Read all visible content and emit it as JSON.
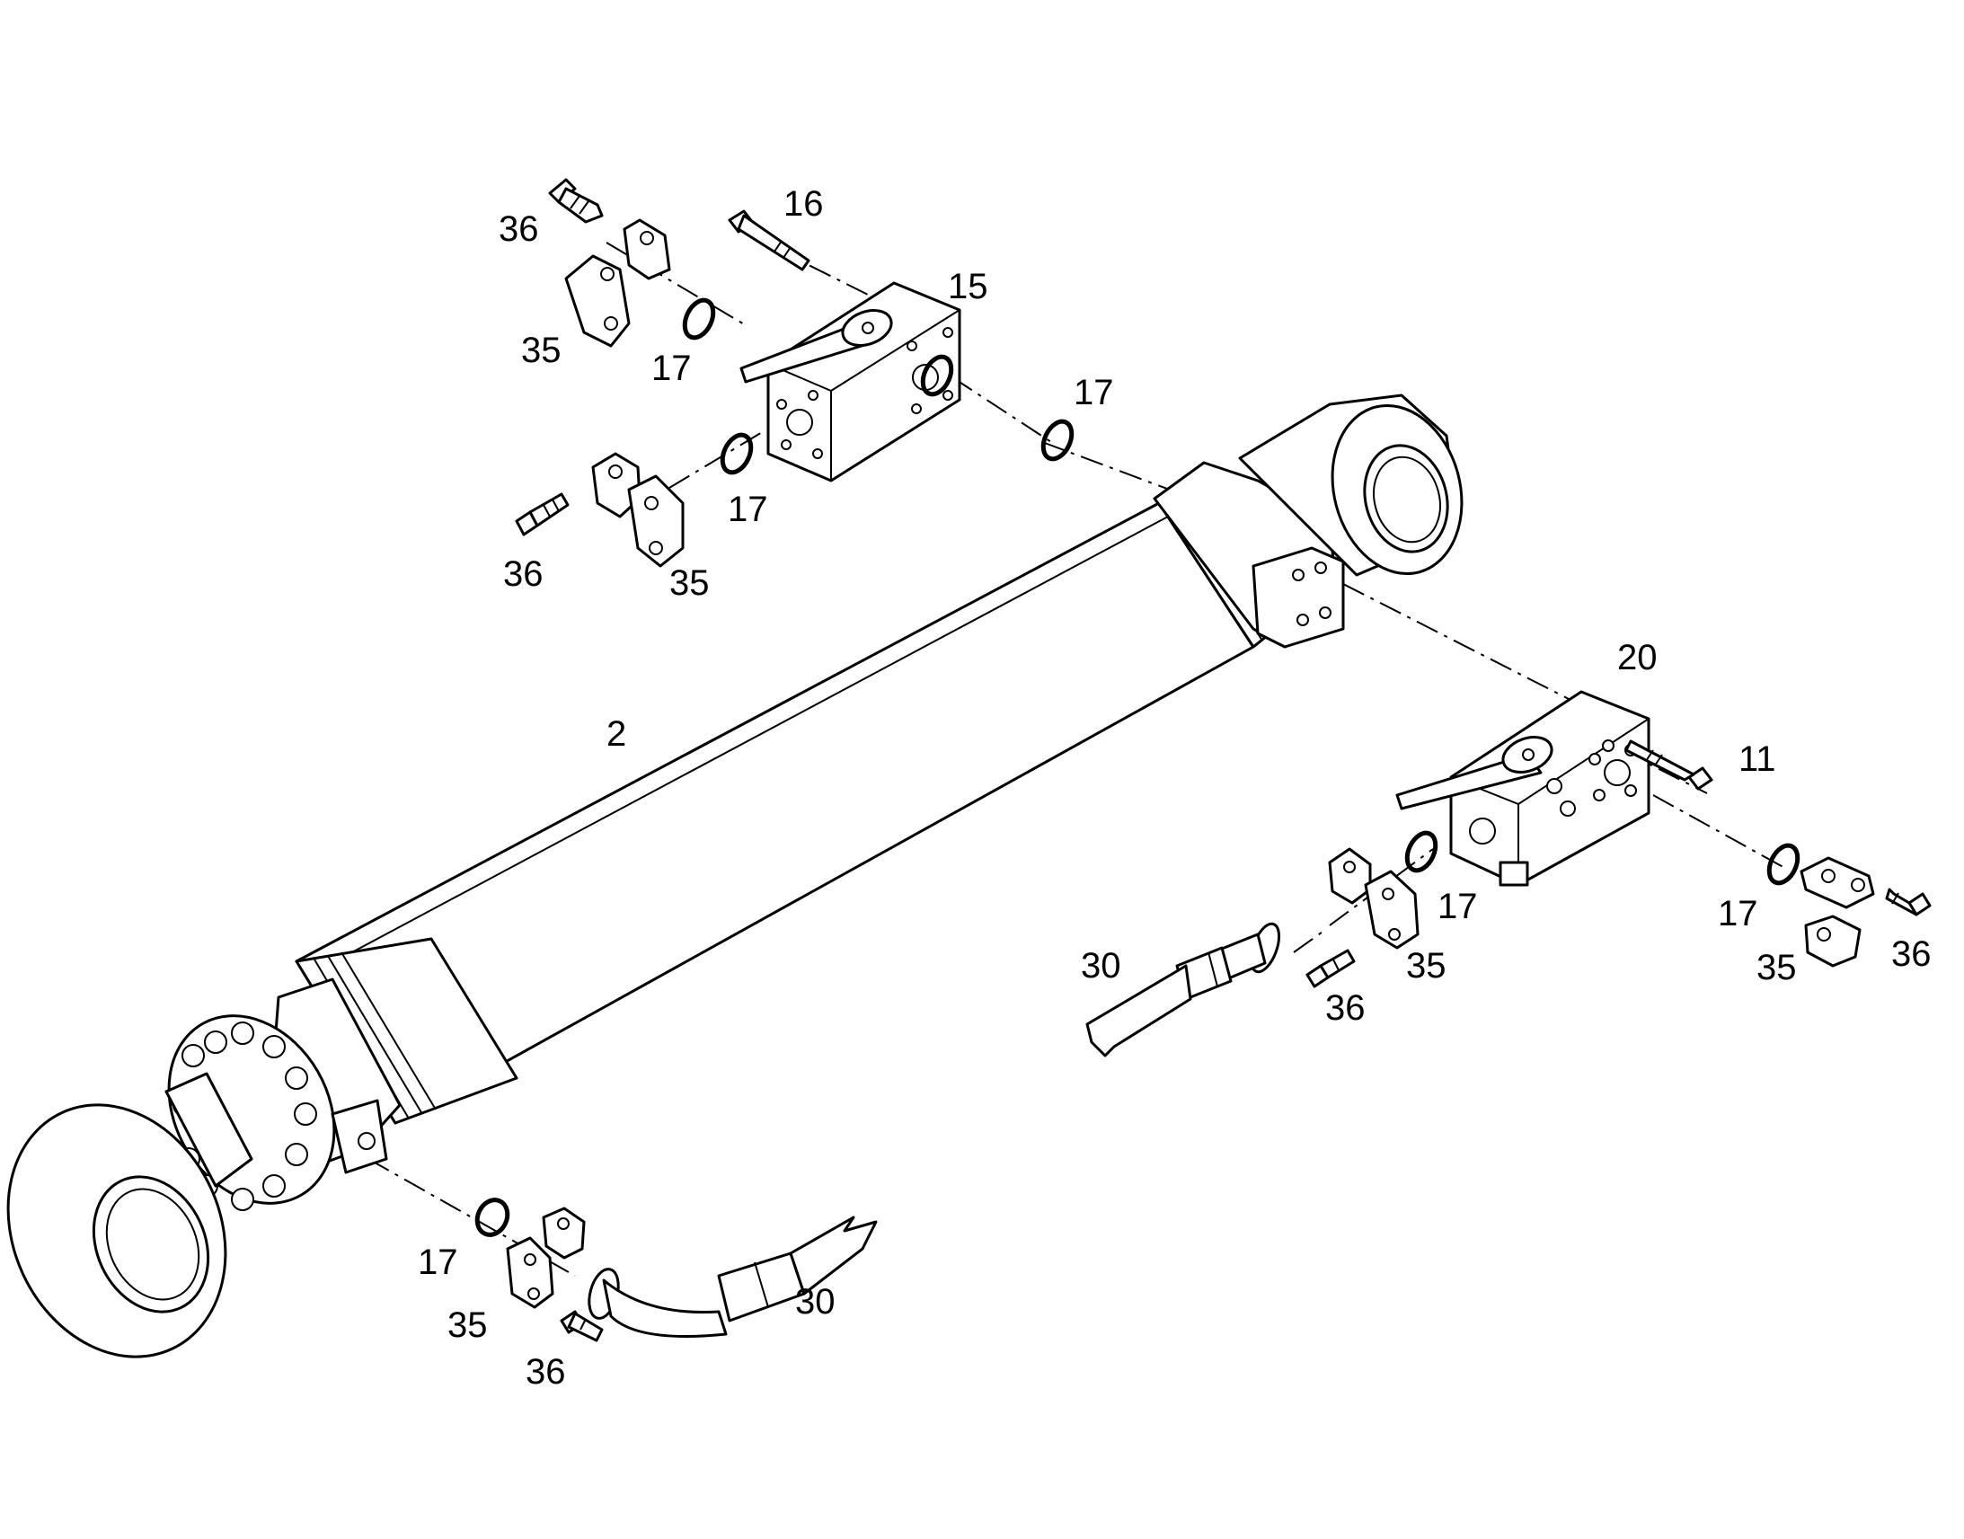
{
  "callouts": {
    "c36_top": "36",
    "c16": "16",
    "c15": "15",
    "c35_top": "35",
    "c17_top_left": "17",
    "c17_top_right": "17",
    "c17_mid": "17",
    "c36_mid": "36",
    "c35_mid": "35",
    "c2": "2",
    "c20": "20",
    "c11": "11",
    "c17_right_a": "17",
    "c17_right_b": "17",
    "c30_right": "30",
    "c35_right_a": "35",
    "c35_right_b": "35",
    "c36_right_a": "36",
    "c36_right_b": "36",
    "c17_bottom": "17",
    "c35_bottom": "35",
    "c36_bottom": "36",
    "c30_bottom": "30"
  }
}
